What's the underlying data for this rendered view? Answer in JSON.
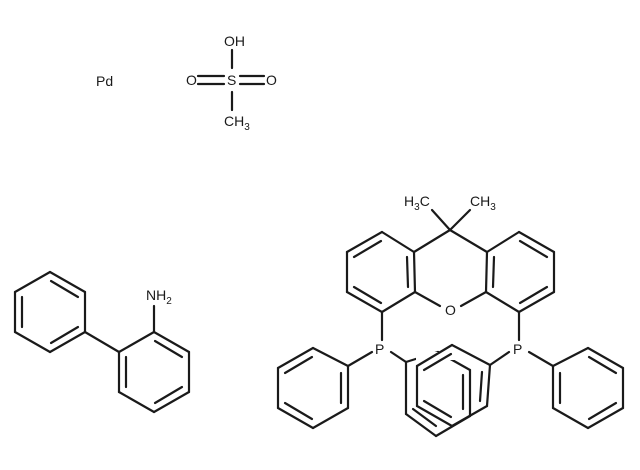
{
  "labels": {
    "pd": "Pd",
    "oh": "OH",
    "o_left": "O",
    "s": "S",
    "o_right": "O",
    "ch3": "CH",
    "ch3_sub": "3",
    "nh2": "NH",
    "nh2_sub": "2",
    "h3c": "H",
    "h3c_sub": "3",
    "h3c_c": "C",
    "ch3b": "CH",
    "ch3b_sub": "3",
    "o_ring": "O",
    "p_left": "P",
    "p_right": "P"
  }
}
